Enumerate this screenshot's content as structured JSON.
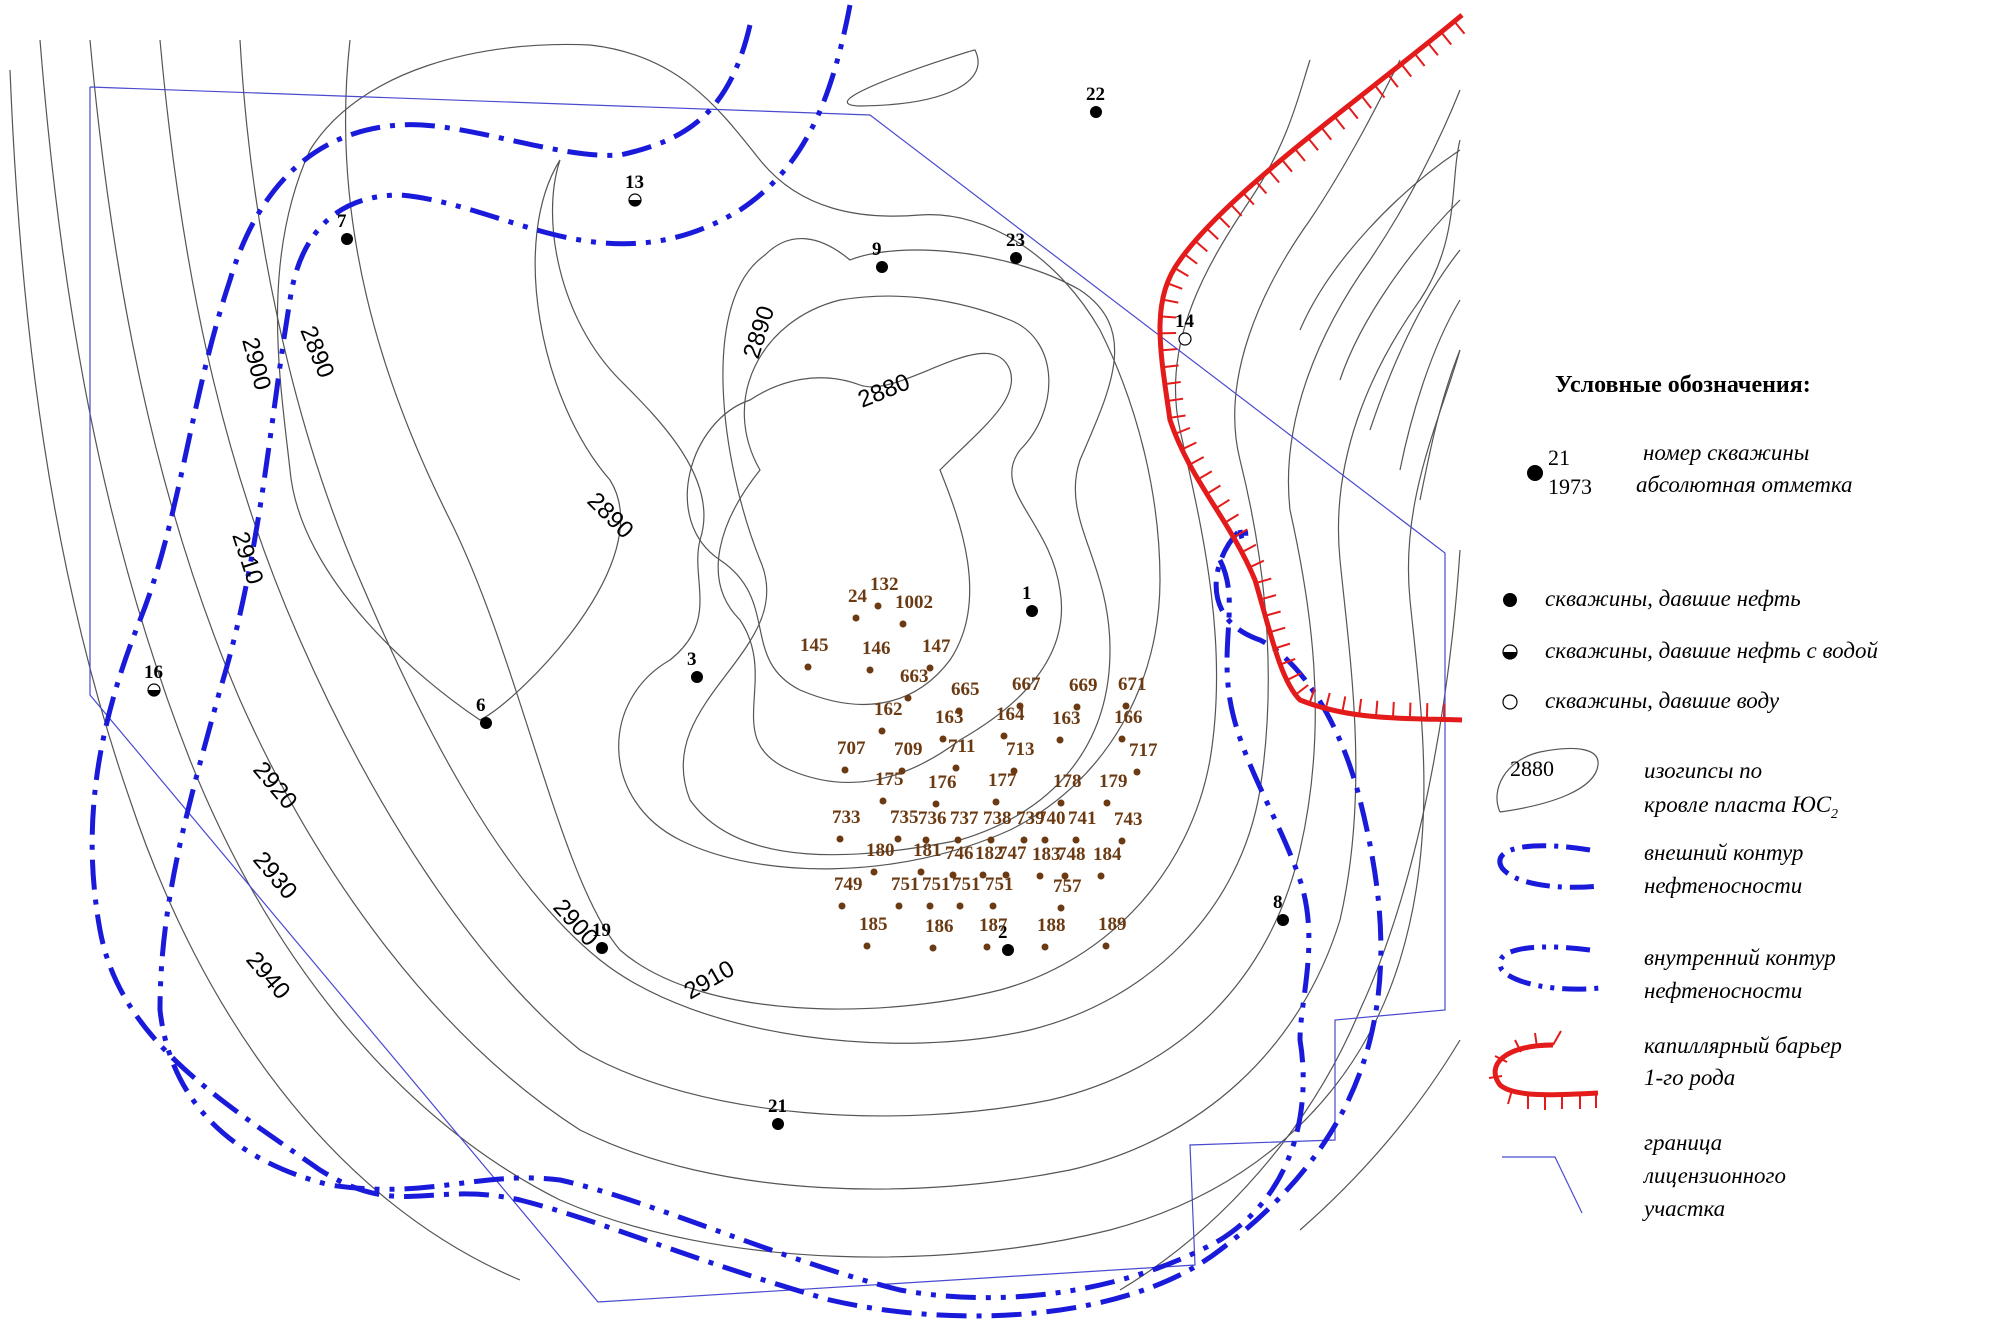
{
  "legend": {
    "title": "Условные обозначения:",
    "sample_well_number": "21",
    "sample_well_elevation": "1973",
    "well_number_text": "номер скважины",
    "elevation_text": "абсолютная отметка",
    "oil_wells": "скважины,  давшие нефть",
    "oil_water_wells": "скважины,  давшие нефть с водой",
    "water_wells": "скважины,  давшие воду",
    "isohypse_sample": "2880",
    "isohypse_line1": "изогипсы по",
    "isohypse_line2": "кровле пласта ЮС",
    "isohypse_sub": "2",
    "outer_line1": "внешний контур",
    "outer_line2": "нефтеносности",
    "inner_line1": "внутренний контур",
    "inner_line2": "нефтеносности",
    "barrier_line1": "капиллярный барьер",
    "barrier_line2": "1-го рода",
    "boundary_line1": "граница",
    "boundary_line2": "лицензионного",
    "boundary_line3": "участка"
  },
  "colors": {
    "contour": "#555555",
    "oil_contour": "#1a1adb",
    "barrier": "#e31b1b",
    "boundary": "#4a4ad0",
    "prod_well": "#6b3a12"
  },
  "isohypse_labels": [
    "2880",
    "2890",
    "2890",
    "2890",
    "2900",
    "2900",
    "2910",
    "2910",
    "2920",
    "2930",
    "2940"
  ],
  "exploration_wells": [
    {
      "id": "22",
      "type": "oil"
    },
    {
      "id": "13",
      "type": "oil_water"
    },
    {
      "id": "7",
      "type": "oil"
    },
    {
      "id": "9",
      "type": "oil"
    },
    {
      "id": "23",
      "type": "oil"
    },
    {
      "id": "14",
      "type": "water"
    },
    {
      "id": "1",
      "type": "oil"
    },
    {
      "id": "3",
      "type": "oil"
    },
    {
      "id": "6",
      "type": "oil"
    },
    {
      "id": "16",
      "type": "oil_water"
    },
    {
      "id": "19",
      "type": "oil"
    },
    {
      "id": "2",
      "type": "oil"
    },
    {
      "id": "8",
      "type": "oil"
    },
    {
      "id": "21",
      "type": "oil"
    }
  ],
  "production_wells": [
    "132",
    "24",
    "1002",
    "145",
    "146",
    "147",
    "663",
    "665",
    "667",
    "669",
    "671",
    "162",
    "163",
    "164",
    "163",
    "166",
    "707",
    "709",
    "711",
    "713",
    "717",
    "175",
    "176",
    "177",
    "178",
    "179",
    "733",
    "735",
    "736",
    "737",
    "738",
    "739",
    "740",
    "741",
    "743",
    "180",
    "181",
    "746",
    "182",
    "747",
    "183",
    "748",
    "184",
    "749",
    "751",
    "751",
    "751",
    "751",
    "757",
    "185",
    "186",
    "187",
    "188",
    "189"
  ]
}
